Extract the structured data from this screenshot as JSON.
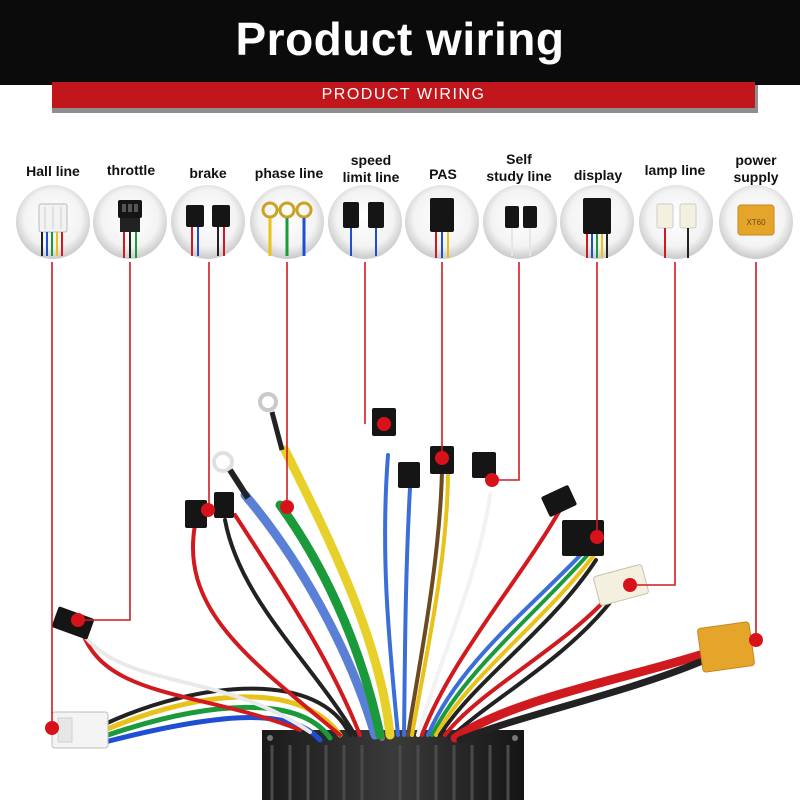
{
  "header": {
    "title": "Product wiring"
  },
  "banner": {
    "text": "PRODUCT WIRING"
  },
  "connectors": [
    {
      "id": "hall",
      "label": "Hall line"
    },
    {
      "id": "throttle",
      "label": "throttle"
    },
    {
      "id": "brake",
      "label": "brake"
    },
    {
      "id": "phase",
      "label": "phase line"
    },
    {
      "id": "speed",
      "label": "speed\nlimit line"
    },
    {
      "id": "pas",
      "label": "PAS"
    },
    {
      "id": "self",
      "label": "Self\nstudy line"
    },
    {
      "id": "display",
      "label": "display"
    },
    {
      "id": "lamp",
      "label": "lamp line"
    },
    {
      "id": "power",
      "label": "power\nsupply"
    }
  ],
  "xt_label": "XT60",
  "colors": {
    "header_bg": "#0b0b0b",
    "banner_red": "#c0161c",
    "leader_red": "#d11a1f",
    "marker_red": "#d8121a"
  }
}
